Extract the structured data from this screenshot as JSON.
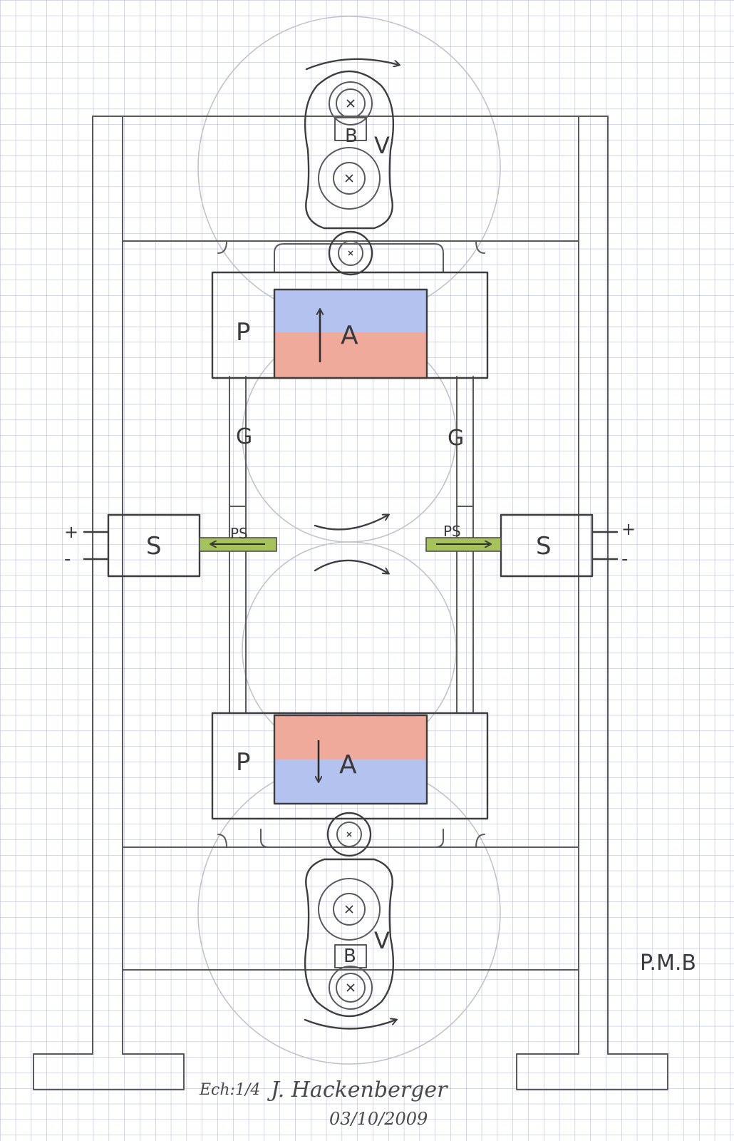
{
  "labels": {
    "arm": "B",
    "flywheel": "V",
    "plate": "P",
    "magnet": "A",
    "guide": "G",
    "solenoid": "S",
    "push_shaft": "PS",
    "plus": "+",
    "minus": "-",
    "machine_name": "P.M.B"
  },
  "footer": {
    "scale": "Ech:1/4",
    "author": "J. Hackenberger",
    "date": "03/10/2009"
  },
  "colors": {
    "paper": "#ffffff",
    "grid": "#a7b6e2",
    "pencil": "#5a5a5a",
    "magnet_blue": "#b3c2ee",
    "magnet_red": "#f0aa9c",
    "push_shaft_green": "#a6c25a"
  }
}
